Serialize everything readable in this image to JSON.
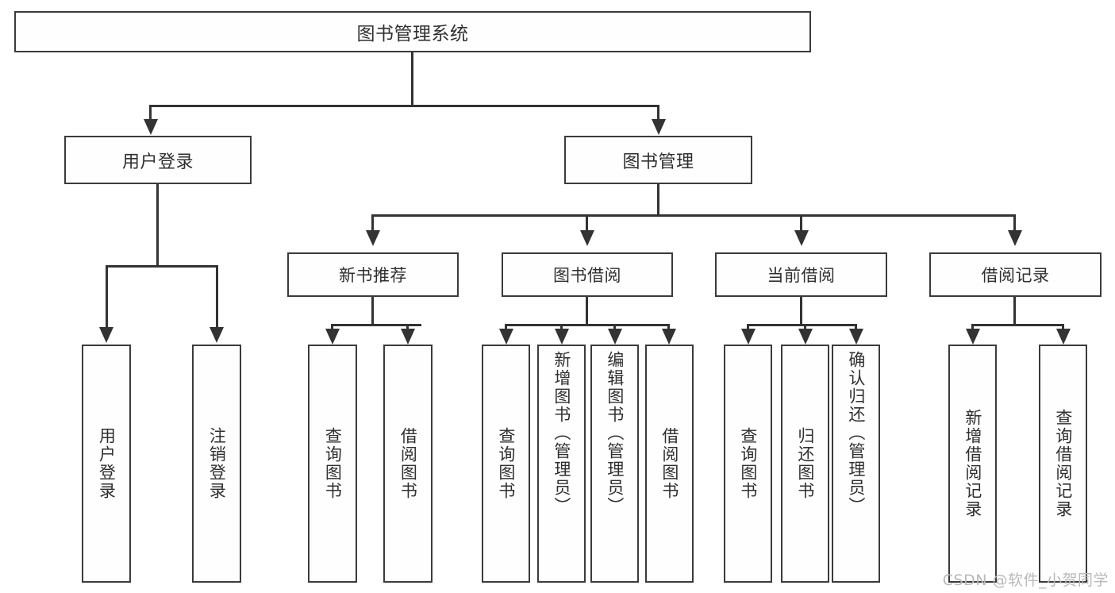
{
  "diagram": {
    "kind": "functional-structure-tree",
    "watermark": "CSDN @软件_小贺同学",
    "root": {
      "label": "图书管理系统"
    },
    "level2": [
      {
        "label": "用户登录"
      },
      {
        "label": "图书管理"
      }
    ],
    "level3": [
      {
        "label": "新书推荐"
      },
      {
        "label": "图书借阅"
      },
      {
        "label": "当前借阅"
      },
      {
        "label": "借阅记录"
      }
    ],
    "leaves": {
      "user_login": [
        {
          "label": "用户登录"
        },
        {
          "label": "注销登录"
        }
      ],
      "new_book_recommend": [
        {
          "label": "查询图书"
        },
        {
          "label": "借阅图书"
        }
      ],
      "book_borrow": [
        {
          "label": "查询图书"
        },
        {
          "label": "新增图书（管理员）"
        },
        {
          "label": "编辑图书（管理员）"
        },
        {
          "label": "借阅图书"
        }
      ],
      "current_borrow": [
        {
          "label": "查询图书"
        },
        {
          "label": "归还图书"
        },
        {
          "label": "确认归还（管理员）"
        }
      ],
      "borrow_record": [
        {
          "label": "新增借阅记录"
        },
        {
          "label": "查询借阅记录"
        }
      ]
    },
    "colors": {
      "box_border": "#3b3b3b",
      "box_fill": "#fefefe",
      "connector": "#333333",
      "text": "#2f2f2f",
      "watermark": "#b9b9b9",
      "background": "#ffffff"
    }
  }
}
